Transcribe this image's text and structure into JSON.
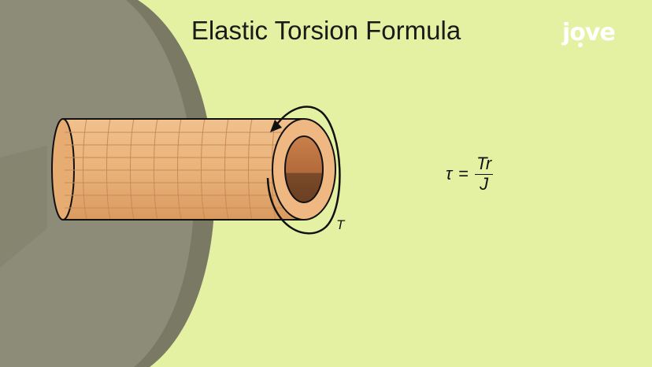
{
  "title": "Elastic Torsion Formula",
  "logo": {
    "text": "jove"
  },
  "diagram": {
    "torque_label": "T",
    "icons": [
      "fixed-wall",
      "hollow-shaft",
      "torque-arrow"
    ],
    "colors": {
      "background": "#e4f1a3",
      "wall": "#8c8c78",
      "shaft": "#eab37b",
      "shaft_grid": "#c98a55",
      "bore_outer": "#d48d55",
      "bore_inner": "#7a4a2a",
      "outline": "#111111"
    }
  },
  "formula": {
    "lhs": "τ",
    "equals": "=",
    "numerator": "Tr",
    "denominator": "J"
  }
}
